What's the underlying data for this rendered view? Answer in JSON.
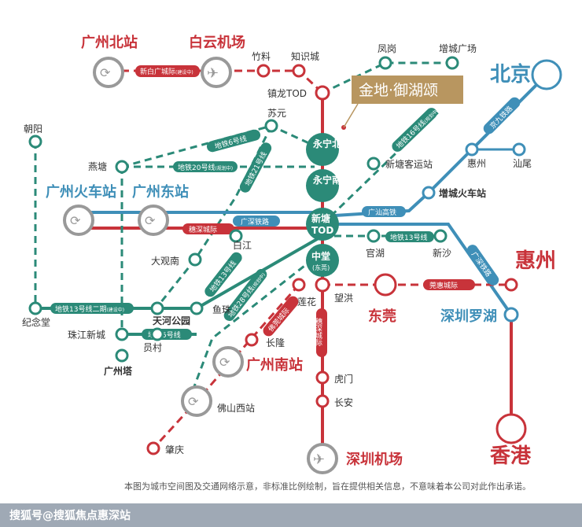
{
  "stations": {
    "gz_north": "广州北站",
    "baiyun": "白云机场",
    "zhuliao": "竹料",
    "zhishicheng": "知识城",
    "fenggang": "凤岗",
    "zengcheng_sq": "增城广场",
    "beijing": "北京",
    "zhenlong": "镇龙TOD",
    "project": "金地·御湖颂",
    "chaoyang": "朝阳",
    "suyuan": "苏元",
    "yongning_n": "永宁北站",
    "yongning_s": "永宁南站",
    "yantang": "燕塘",
    "xintang_bus": "新塘客运站",
    "huizhou_s": "惠州",
    "shanwei": "汕尾",
    "zengcheng_rail": "增城火车站",
    "gz_rail": "广州火车站",
    "gz_east": "广州东站",
    "xintang_tod_1": "新塘",
    "xintang_tod_2": "TOD",
    "baijiang": "白江",
    "daguannan": "大观南",
    "guanhu": "官湖",
    "xinsha": "新沙",
    "zhongtang_1": "中堂",
    "zhongtang_2": "(东莞)",
    "huizhou_big": "惠州",
    "wanghong": "望洪",
    "lianhua": "莲花",
    "dongguan": "东莞",
    "sz_luohu": "深圳罗湖",
    "jiniantang": "纪念堂",
    "tianhe_park": "天河公园",
    "yuzhu": "鱼珠",
    "zhujiang": "珠江新城",
    "yuancun": "员村",
    "gz_tower": "广州塔",
    "changlong": "长隆",
    "gz_south": "广州南站",
    "humen": "虎门",
    "changan": "长安",
    "foshan_w": "佛山西站",
    "zhaoqing": "肇庆",
    "sz_airport": "深圳机场",
    "hongkong": "香港"
  },
  "lines": {
    "xinbai": "新白广城际",
    "xinbai_sub": "(建设中)",
    "metro6": "地铁6号线",
    "metro20": "地铁20号线",
    "metro20_sub": "(规划中)",
    "metro21": "地铁21号线",
    "metro16": "地铁16号线",
    "metro16_sub": "(规划中)",
    "jingjiu": "京九铁路",
    "gs_rail": "广深铁路",
    "suishen": "穗深城际",
    "gs_high": "广汕高铁",
    "metro13": "地铁13号线",
    "metro13_2": "地铁13号线二期",
    "metro13_2_sub": "(建设中)",
    "metro13_v": "地铁13号线",
    "metro28": "地铁28号线",
    "metro28_sub": "(规划中)",
    "guanhui": "莞惠城际",
    "gs_rail2": "广深铁路",
    "foguan": "佛莞城际",
    "suishen_v": "穗深城际",
    "metro5": "地铁5号线"
  },
  "footer_note": "本图为城市空间图及交通网络示意，非标准比例绘制，旨在提供相关信息，不意味着本公司对此作出承诺。",
  "watermark": "搜狐号@搜狐焦点惠深站",
  "colors": {
    "teal": "#2b8a78",
    "red": "#c8333a",
    "blue": "#3f8fb8",
    "gold": "#b89660"
  }
}
